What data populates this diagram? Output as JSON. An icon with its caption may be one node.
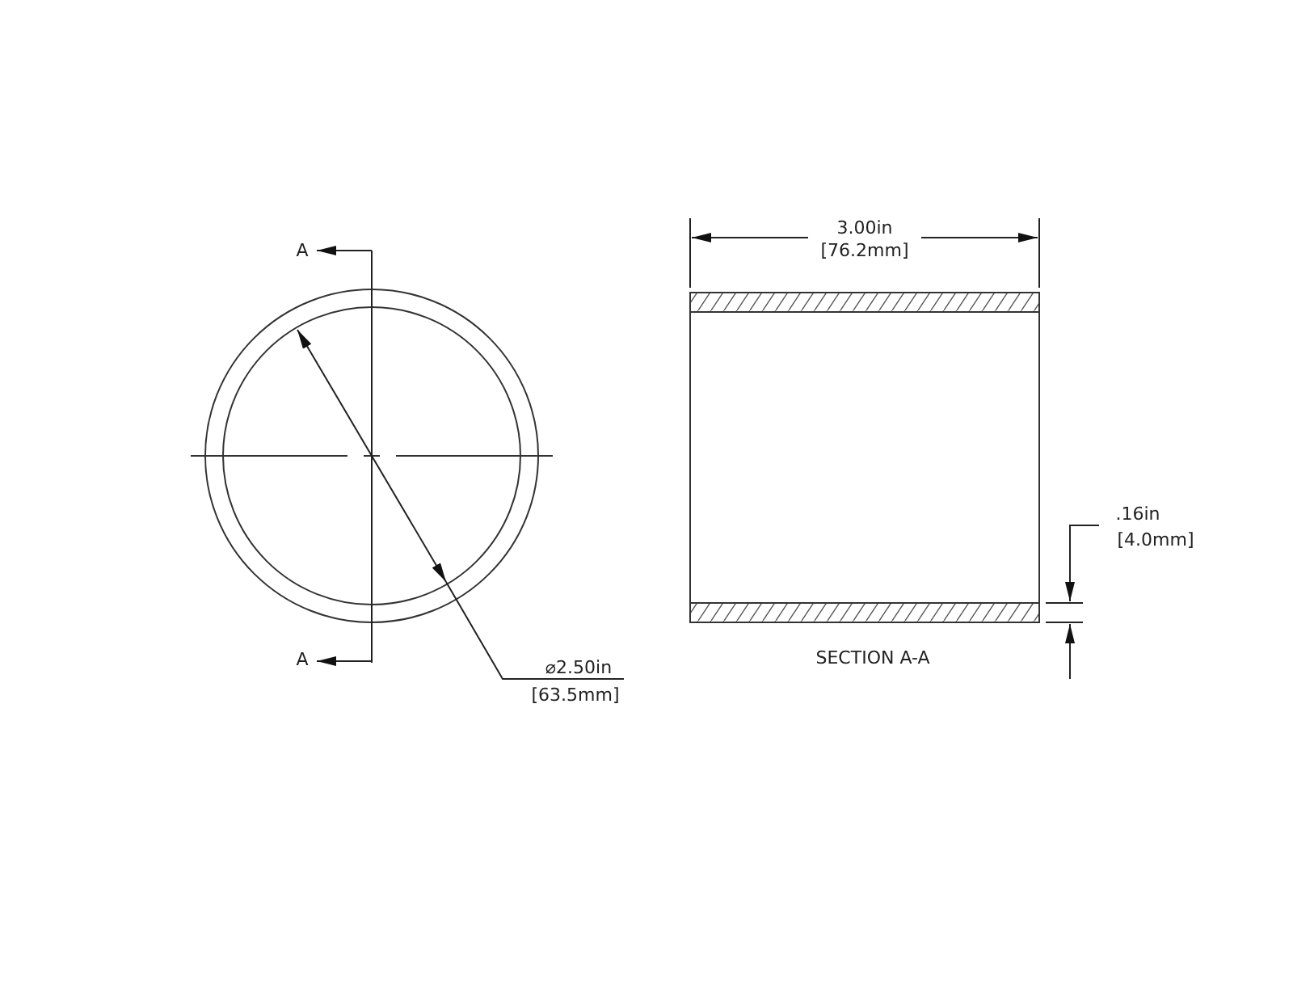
{
  "diagram": {
    "labels": [
      "A",
      "3.00in",
      "[76.2mm]",
      ".16in",
      "[4.0mm]",
      "A",
      "SECTION A-A",
      "⌀2.50in",
      "[63.5mm]"
    ]
  }
}
